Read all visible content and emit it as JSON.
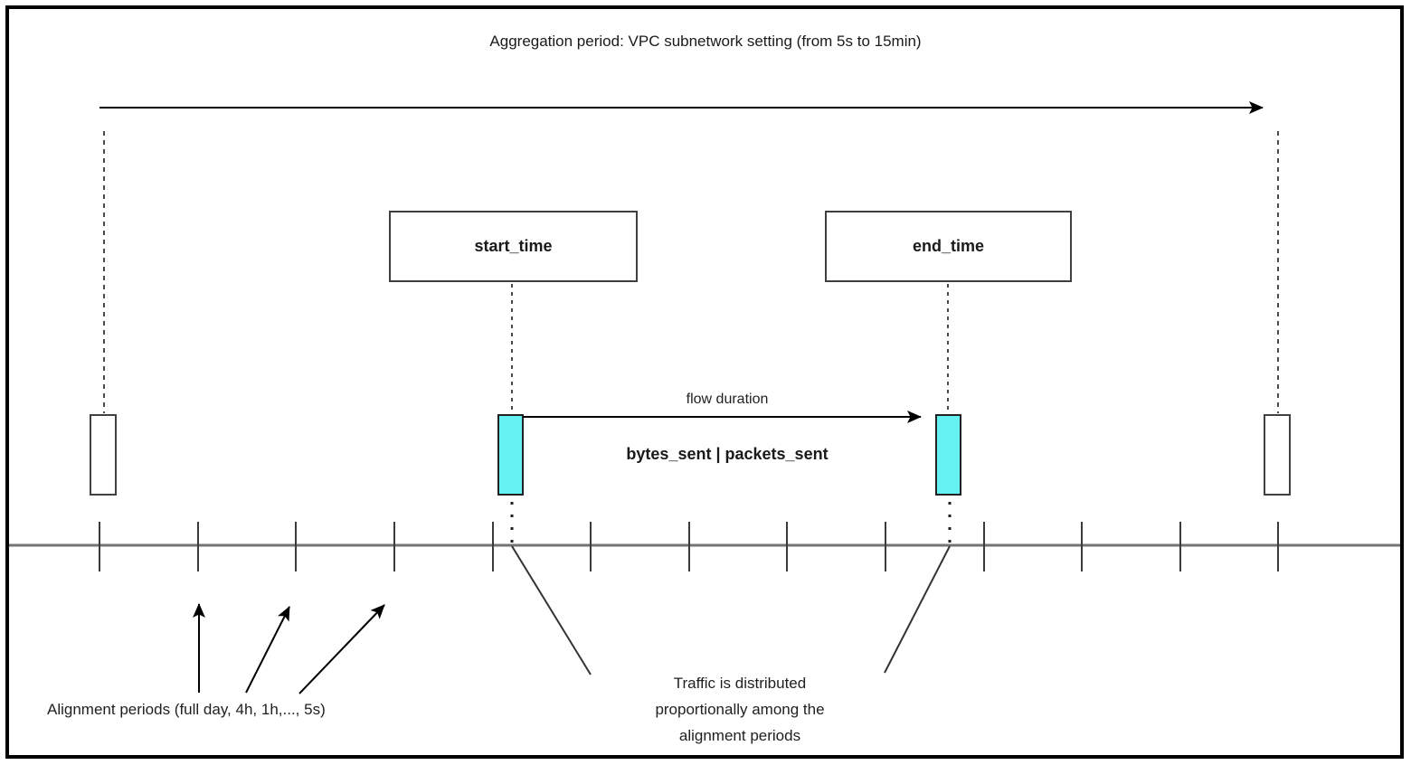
{
  "title": "Aggregation period: VPC subnetwork setting (from 5s to 15min)",
  "boxes": {
    "start_time_label": "start_time",
    "end_time_label": "end_time"
  },
  "flow": {
    "duration_label": "flow duration",
    "metrics_label": "bytes_sent | packets_sent"
  },
  "annotations": {
    "alignment_label": "Alignment periods (full day, 4h, 1h,..., 5s)",
    "traffic_lines": [
      "Traffic is distributed",
      "proportionally among the",
      "alignment periods"
    ]
  },
  "colors": {
    "bar_fill": "#66F2F2",
    "bar_stroke": "#222222",
    "timeline_gray": "#737373",
    "tick_gray": "#3b3b3b",
    "ink": "#000000",
    "dash_gray": "#4a4a4a"
  },
  "timeline": {
    "ticks_x": [
      110,
      219,
      327,
      436,
      545,
      653,
      762,
      870,
      979,
      1088,
      1196,
      1305,
      1413
    ]
  }
}
